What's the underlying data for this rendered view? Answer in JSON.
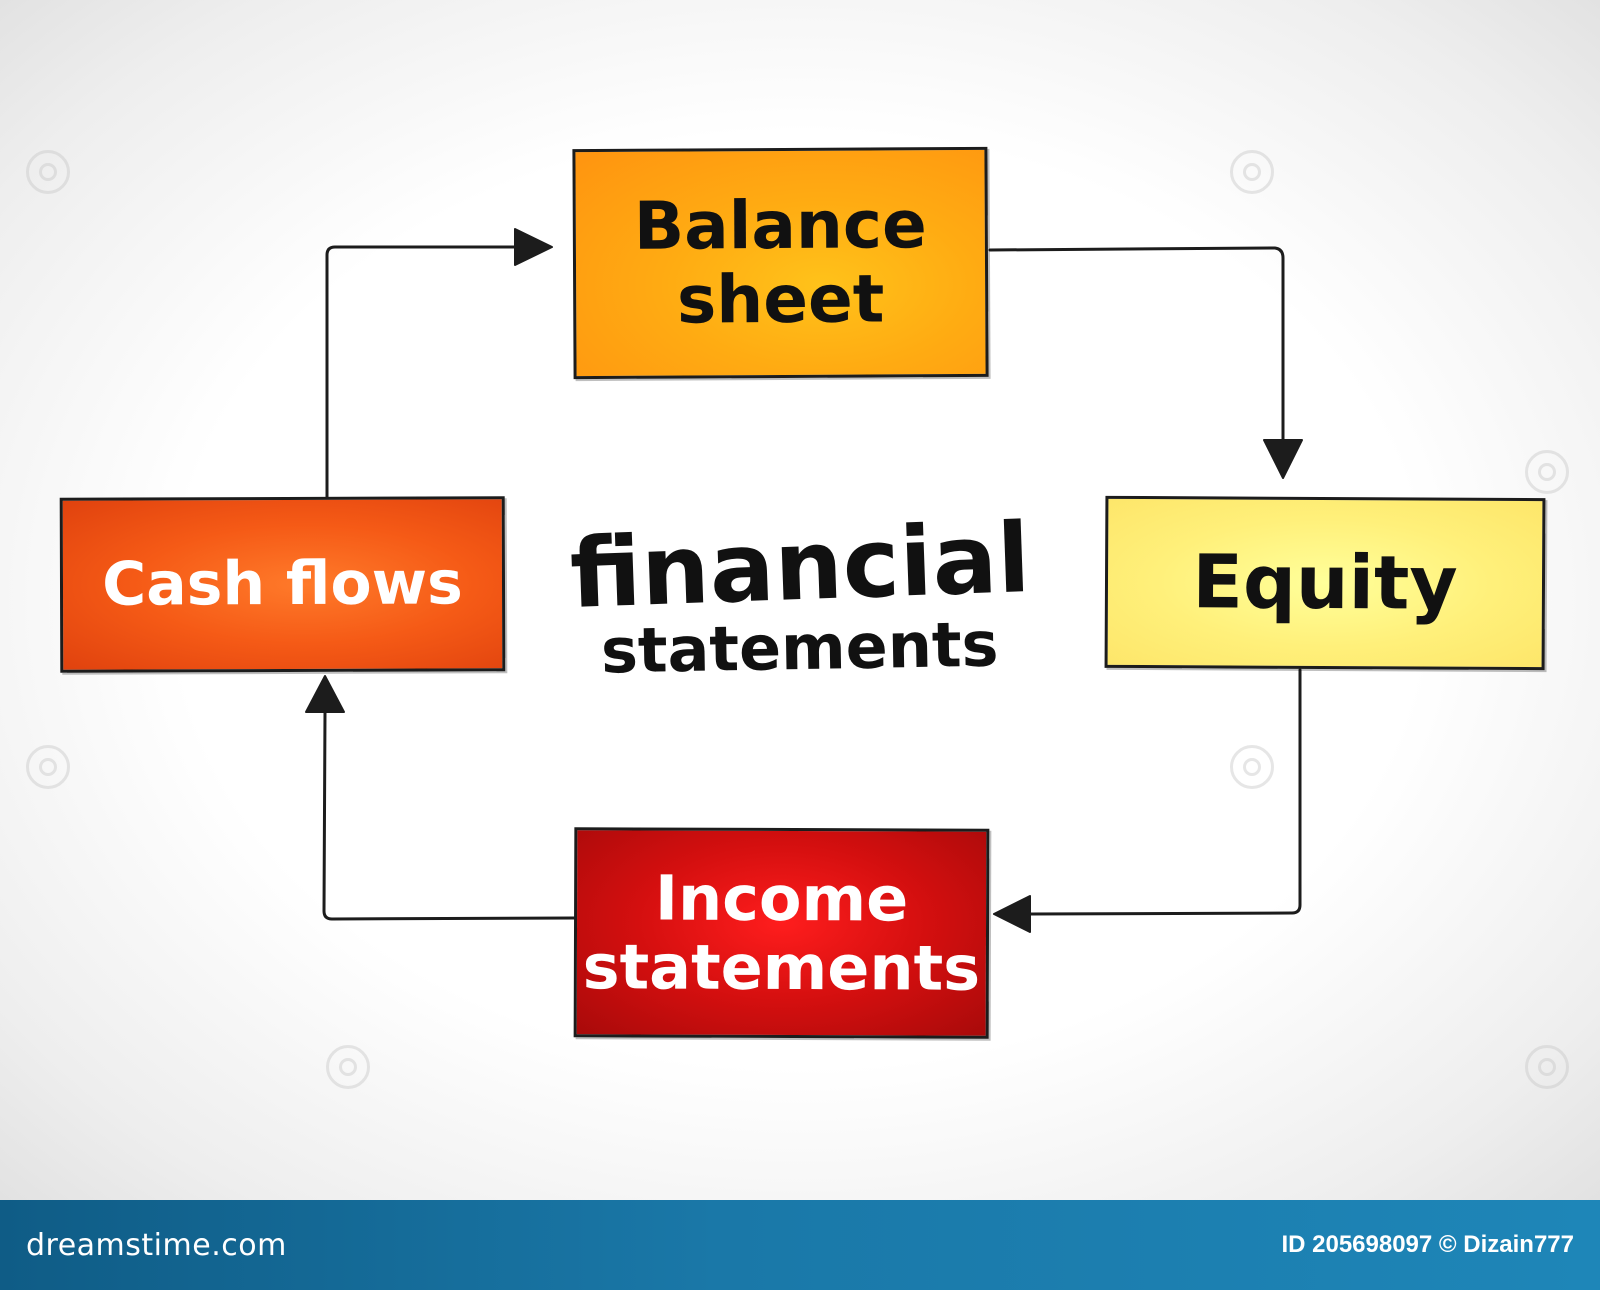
{
  "diagram": {
    "center": {
      "line1": "financial",
      "line2": "statements"
    },
    "nodes": {
      "balance_sheet": {
        "line1": "Balance",
        "line2": "sheet"
      },
      "equity": {
        "line1": "Equity"
      },
      "income_statements": {
        "line1": "Income",
        "line2": "statements"
      },
      "cash_flows": {
        "line1": "Cash flows"
      }
    },
    "flow": [
      "Balance sheet",
      "Equity",
      "Income statements",
      "Cash flows"
    ],
    "colors": {
      "balance_sheet": "#ffab12",
      "equity": "#fff07a",
      "income_statements": "#d40f0f",
      "cash_flows": "#f55a16",
      "line": "#1c1c1c",
      "footer": "#1a78a8"
    }
  },
  "footer": {
    "logo": "dreamstime.com",
    "image_id": "ID 205698097 © Dizain777"
  }
}
